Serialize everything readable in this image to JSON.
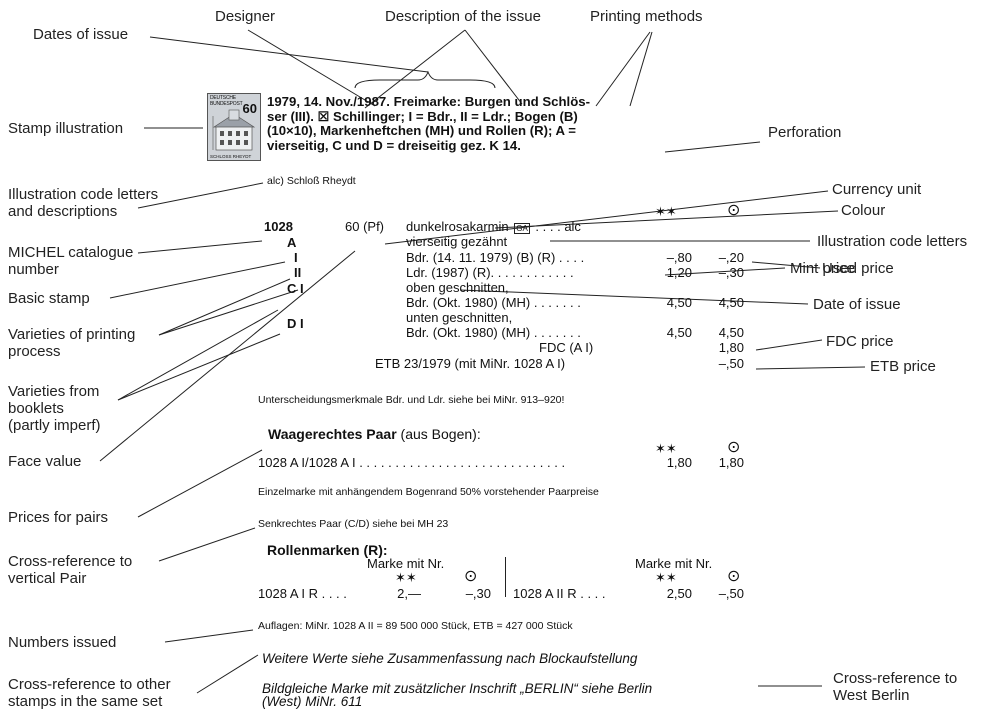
{
  "callouts": {
    "designer": "Designer",
    "description": "Description of the issue",
    "printing_methods": "Printing methods",
    "dates_of_issue": "Dates of issue",
    "stamp_illustration": "Stamp illustration",
    "perforation": "Perforation",
    "currency_unit": "Currency unit",
    "illustration_code_descriptions": [
      "Illustration code letters",
      "and descriptions"
    ],
    "colour": "Colour",
    "illustration_code_letters": "Illustration code letters",
    "michel_number": [
      "MICHEL catalogue",
      "number"
    ],
    "mint_price": "Mint price",
    "used_price": "Used price",
    "basic_stamp": "Basic stamp",
    "varieties_printing": [
      "Varieties of printing",
      "process"
    ],
    "date_of_issue": "Date of issue",
    "fdc_price": "FDC price",
    "etb_price": "ETB price",
    "varieties_booklets": [
      "Varieties from",
      "booklets",
      "(partly imperf)"
    ],
    "face_value": "Face value",
    "prices_pairs": "Prices for pairs",
    "cross_ref_vertical": [
      "Cross-reference to",
      "vertical Pair"
    ],
    "numbers_issued": "Numbers issued",
    "cross_ref_set": [
      "Cross-reference to other",
      "stamps in the same set"
    ],
    "cross_ref_west_berlin": [
      "Cross-reference to",
      "West Berlin"
    ]
  },
  "stamp": {
    "header": "DEUTSCHE BUNDESPOST",
    "value": "60",
    "footer": "SCHLOSS RHEYDT"
  },
  "entry": {
    "heading": [
      "1979, 14. Nov./1987. Freimarke: Burgen und Schlös-",
      "ser (III). ☒ Schillinger; I = Bdr., II = Ldr.; Bogen (B)",
      "(10×10), Markenheftchen (MH) und Rollen (R); A =",
      "vierseitig, C und D = dreiseitig gez. K 14."
    ],
    "illustration_desc": "alc) Schloß Rheydt",
    "mint_symbol": "✶✶",
    "used_symbol": "⊙",
    "number": "1028",
    "face_value": "60 (Pf)",
    "colour_line": "dunkelrosakarmin",
    "ga_badge": "GA",
    "colour_suffix": ". . . . alc",
    "perf_line": "vierseitig gezähnt",
    "rows": [
      {
        "label": "Bdr. (14. 11. 1979) (B) (R) . . . .",
        "mint": "–,80",
        "used": "–,20"
      },
      {
        "label": "Ldr. (1987) (R). . . . . . . . . . . .",
        "mint": "1,20",
        "used": "–,30"
      },
      {
        "label": "oben geschnitten,",
        "mint": "",
        "used": ""
      },
      {
        "label": "Bdr. (Okt. 1980) (MH) . . . . . . .",
        "mint": "4,50",
        "used": "4,50"
      },
      {
        "label": "unten geschnitten,",
        "mint": "",
        "used": ""
      },
      {
        "label": "Bdr. (Okt. 1980) (MH) . . . . . . .",
        "mint": "4,50",
        "used": "4,50"
      }
    ],
    "variety_letters": [
      "A",
      "I",
      "II",
      "C I",
      "D I"
    ],
    "fdc_label": "FDC (A I)",
    "fdc_value": "1,80",
    "etb_label": "ETB 23/1979 (mit MiNr. 1028 A I)",
    "etb_value": "–,50",
    "distinction_note": "Unterscheidungsmerkmale Bdr. und Ldr. siehe bei MiNr. 913–920!",
    "pair_heading_bold": "Waagerechtes Paar",
    "pair_heading_rest": " (aus Bogen):",
    "pair_row": {
      "label": "1028 A I/1028 A I . . . . . . . . . . . . . . . . . . . . . . . . . . . . .",
      "mint": "1,80",
      "used": "1,80"
    },
    "pair_note": "Einzelmarke mit anhängendem Bogenrand 50% vorstehender Paarpreise",
    "vertical_note": "Senkrechtes Paar (C/D) siehe bei MH 23",
    "coil_heading": "Rollenmarken (R):",
    "coil_subhead": "Marke mit Nr.",
    "coil_left": {
      "label": "1028 A I R . . . .",
      "mint": "2,—",
      "used": "–,30"
    },
    "coil_right": {
      "label": "1028 A II R . . . .",
      "mint": "2,50",
      "used": "–,50"
    },
    "print_run": "Auflagen: MiNr. 1028 A II = 89 500 000 Stück, ETB = 427 000 Stück",
    "further_values": "Weitere Werte siehe Zusammenfassung nach Blockaufstellung",
    "berlin_ref": [
      "Bildgleiche Marke mit zusätzlicher Inschrift „BERLIN“ siehe Berlin",
      "(West) MiNr. 611"
    ]
  }
}
